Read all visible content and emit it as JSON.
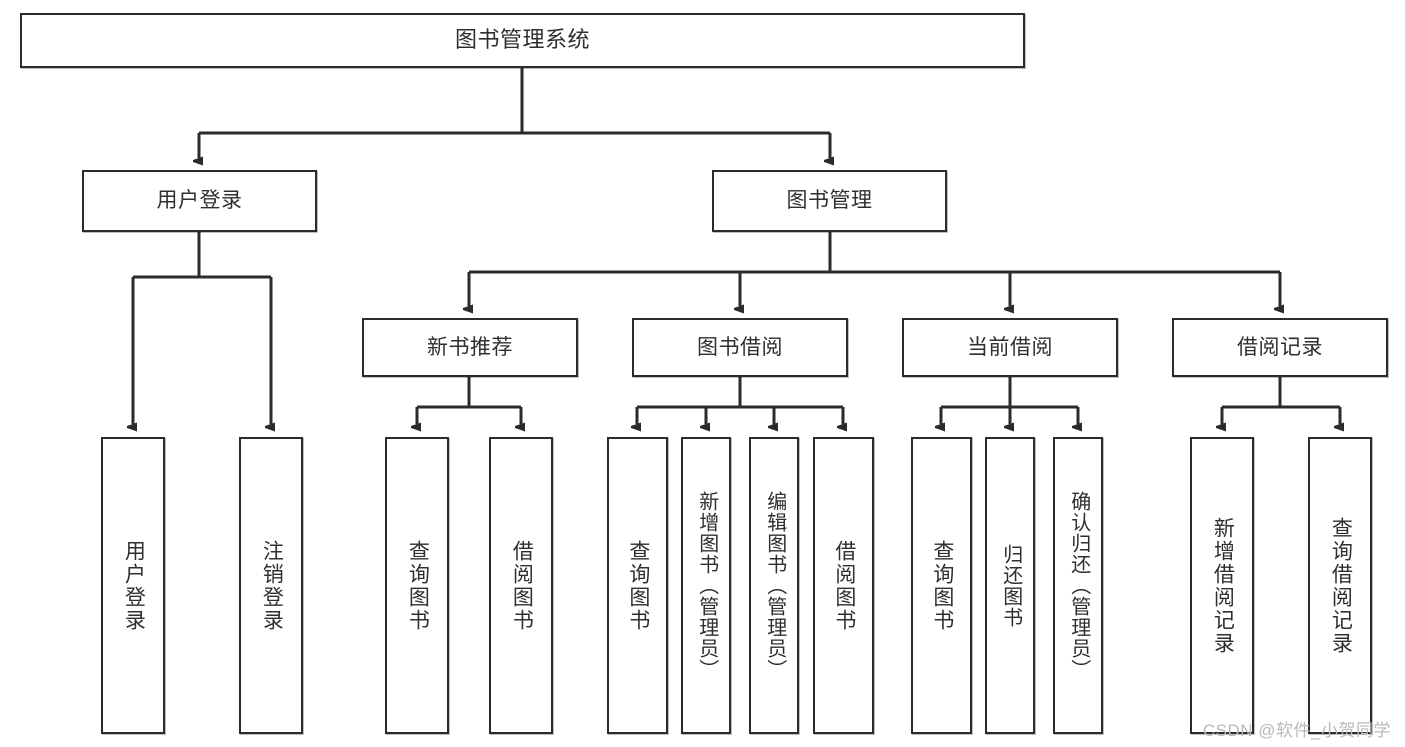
{
  "diagram": {
    "type": "tree",
    "title": "图书管理系统",
    "watermark": "CSDN @软件_小贺同学",
    "colors": {
      "box_border": "#2b2b2b",
      "box_fill": "#ffffff",
      "text": "#2f2f2f",
      "edge": "#2b2b2b",
      "watermark": "#b9b9b9",
      "background": "#ffffff"
    },
    "nodes": {
      "root": {
        "label": "图书管理系统"
      },
      "level2": [
        {
          "id": "user-login",
          "label": "用户登录"
        },
        {
          "id": "book-management",
          "label": "图书管理"
        }
      ],
      "level3": [
        {
          "id": "new-book-recommend",
          "label": "新书推荐"
        },
        {
          "id": "book-borrow",
          "label": "图书借阅"
        },
        {
          "id": "current-borrow",
          "label": "当前借阅"
        },
        {
          "id": "borrow-record",
          "label": "借阅记录"
        }
      ],
      "leaves": [
        {
          "id": "leaf-user-login",
          "label": "用户登录",
          "parent": "user-login"
        },
        {
          "id": "leaf-logout-login",
          "label": "注销登录",
          "parent": "user-login"
        },
        {
          "id": "leaf-query-book-1",
          "label": "查询图书",
          "parent": "new-book-recommend"
        },
        {
          "id": "leaf-borrow-book-1",
          "label": "借阅图书",
          "parent": "new-book-recommend"
        },
        {
          "id": "leaf-query-book-2",
          "label": "查询图书",
          "parent": "book-borrow"
        },
        {
          "id": "leaf-add-book",
          "label": "新增图书（管理员）",
          "parent": "book-borrow"
        },
        {
          "id": "leaf-edit-book",
          "label": "编辑图书（管理员）",
          "parent": "book-borrow"
        },
        {
          "id": "leaf-borrow-book-2",
          "label": "借阅图书",
          "parent": "book-borrow"
        },
        {
          "id": "leaf-query-book-3",
          "label": "查询图书",
          "parent": "current-borrow"
        },
        {
          "id": "leaf-return-book",
          "label": "归还图书",
          "parent": "current-borrow"
        },
        {
          "id": "leaf-confirm-return",
          "label": "确认归还（管理员）",
          "parent": "current-borrow"
        },
        {
          "id": "leaf-add-record",
          "label": "新增借阅记录",
          "parent": "borrow-record"
        },
        {
          "id": "leaf-query-record",
          "label": "查询借阅记录",
          "parent": "borrow-record"
        }
      ]
    }
  }
}
